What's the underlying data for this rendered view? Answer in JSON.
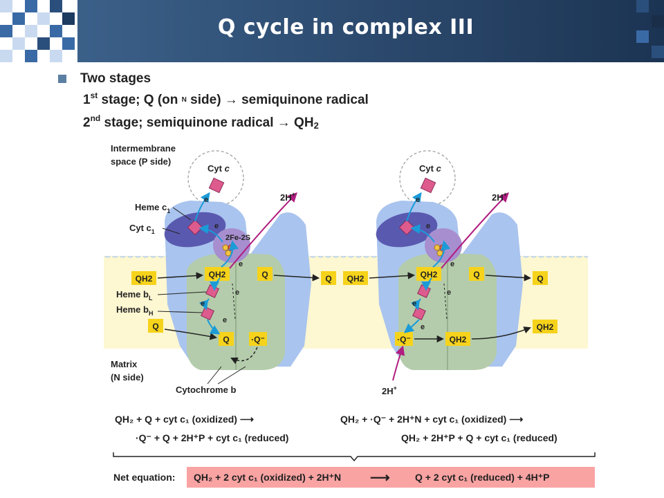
{
  "header": {
    "title": "Q cycle in complex III"
  },
  "bullets": {
    "main": "Two stages",
    "stage1": {
      "num": "1",
      "sup": "st",
      "text_a": " stage; Q (on ",
      "side": "N",
      "text_b": " side) ",
      "arrow": "→",
      "text_c": " semiquinone radical"
    },
    "stage2": {
      "num": "2",
      "sup": "nd",
      "text_a": " stage; semiquinone radical ",
      "arrow": "→",
      "text_b": " QH",
      "sub": "2"
    }
  },
  "diagram": {
    "labels": {
      "intermembrane": "Intermembrane",
      "space": "space (P side)",
      "matrix": "Matrix",
      "nside": "(N side)",
      "heme_c1": "Heme c",
      "heme_c1_sub": "1",
      "cyt_c1": "Cyt c",
      "cyt_c1_sub": "1",
      "heme_bl": "Heme b",
      "heme_bl_sub": "L",
      "heme_bh": "Heme b",
      "heme_bh_sub": "H",
      "cytochrome_b": "Cytochrome b",
      "cyt_c": "Cyt c",
      "fes": "2Fe-2S",
      "e": "e",
      "twoH": "2H",
      "plus": "+"
    },
    "left_boxes": [
      "QH2",
      "QH2",
      "Q",
      "Q",
      "Q",
      "·Q⁻"
    ],
    "right_boxes": [
      "QH2",
      "QH2",
      "Q",
      "Q",
      "·Q⁻",
      "QH2",
      "QH2"
    ]
  },
  "equations": {
    "left_line1": "QH₂ + Q + cyt c₁ (oxidized)",
    "left_line2": "·Q⁻ + Q + 2H⁺P + cyt c₁ (reduced)",
    "right_line1": "QH₂ + ·Q⁻ + 2H⁺N + cyt c₁ (oxidized)",
    "right_line2": "QH₂ + 2H⁺P + Q + cyt c₁ (reduced)",
    "net_label": "Net equation:",
    "net_left": "QH₂ + 2 cyt c₁ (oxidized) + 2H⁺N",
    "net_right": "Q + 2 cyt c₁ (reduced) + 4H⁺P"
  },
  "colors": {
    "header_bg": "#2c4a6e",
    "membrane": "#fdf7d2",
    "lipid_head": "#cfe0f2",
    "protein_blue": "#a9c4ee",
    "protein_green": "#b4ccab",
    "heme_c1": "#5a59b0",
    "fes": "#a78fcf",
    "yellow_box": "#f6d31b",
    "proton": "#b01d80",
    "electron": "#1b9bd8",
    "net_bg": "#f9a3a3"
  }
}
